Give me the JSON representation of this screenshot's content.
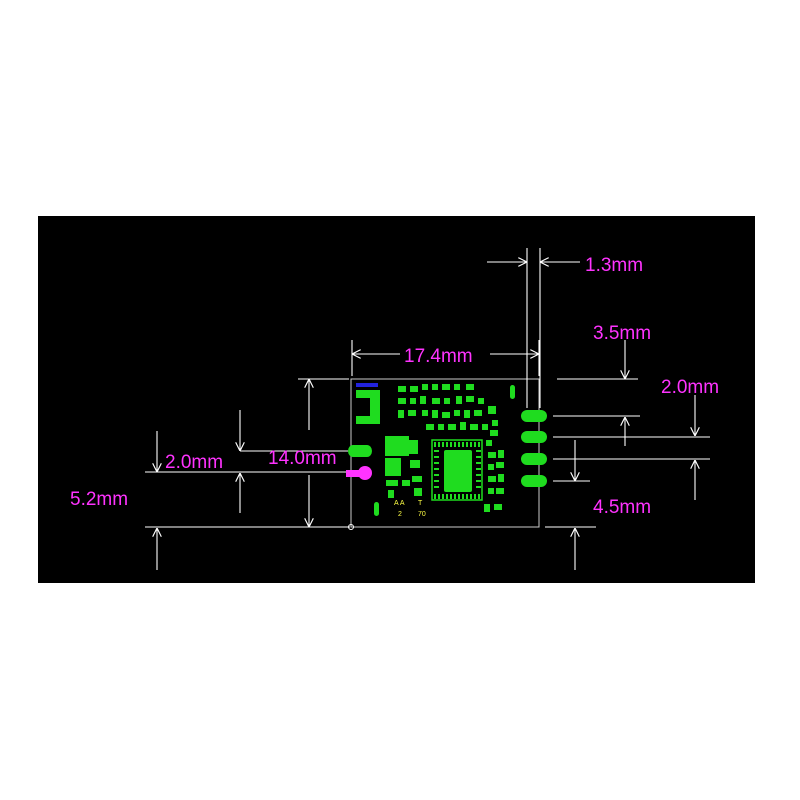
{
  "colors": {
    "panel": "#000000",
    "page": "#ffffff",
    "dimension_text": "#ff33ff",
    "dimension_line": "#ffffff",
    "pad": "#1fdc1f",
    "silkscreen": "#ffff44",
    "marker": "#ff33ff",
    "marker_blue": "#2222dd"
  },
  "dimensions": {
    "pin_offset": "1.3mm",
    "board_width": "17.4mm",
    "top_to_first_pin": "3.5mm",
    "pin_pitch": "2.0mm",
    "left_pin_pitch": "2.0mm",
    "board_height": "14.0mm",
    "left_pin_height": "5.2mm",
    "pin_span": "4.5mm"
  },
  "silkscreen": {
    "line1": "A  A",
    "line2": "T",
    "line3": "2",
    "line4": "70"
  }
}
